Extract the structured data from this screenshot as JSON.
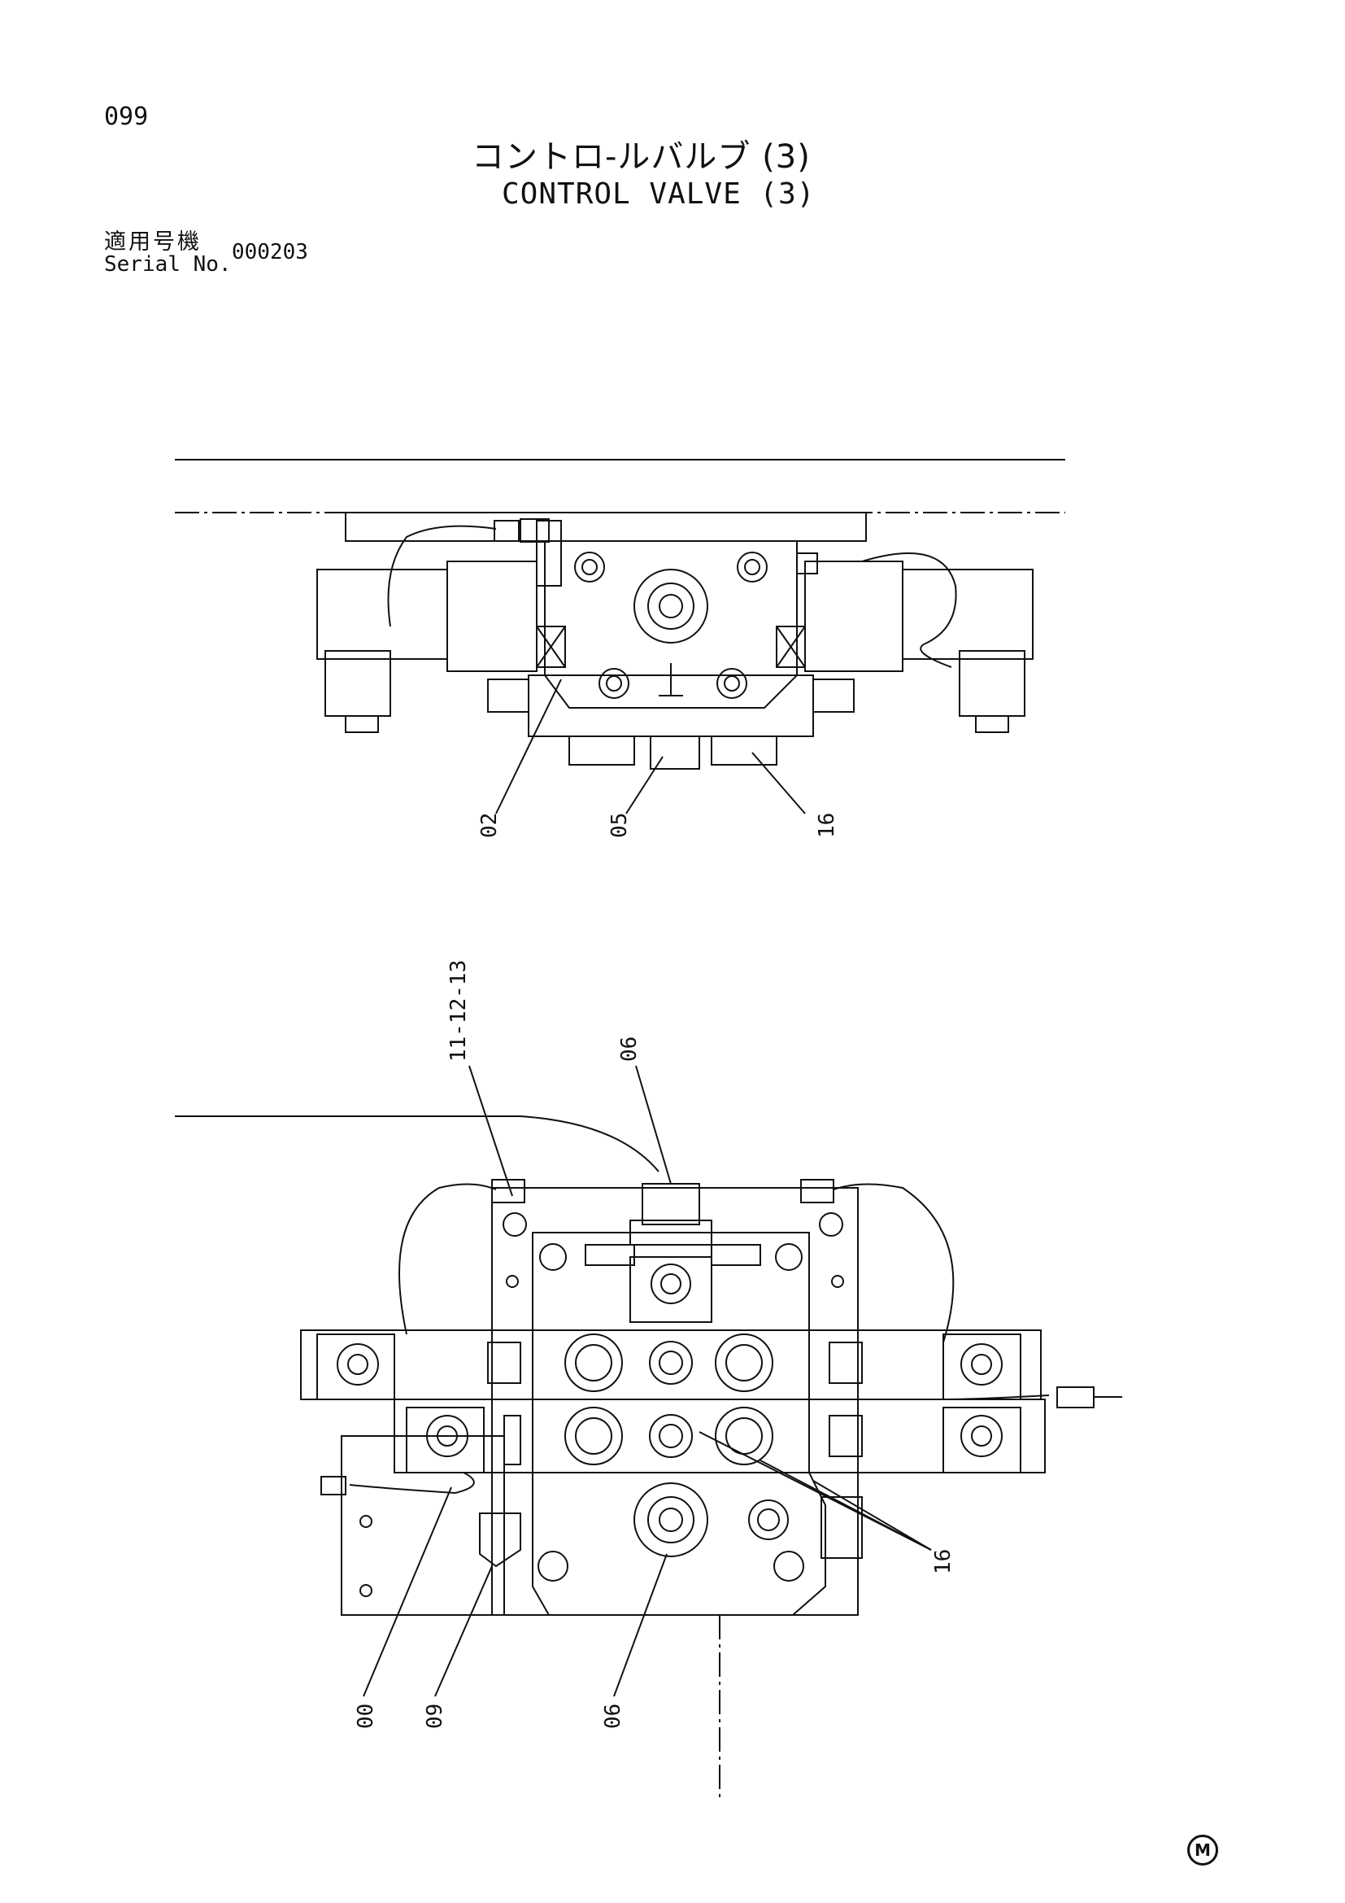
{
  "page_number": "099",
  "title_jp": "コントロ-ルバルブ (3)",
  "title_en": "CONTROL VALVE (3)",
  "serial": {
    "label_jp": "適用号機",
    "label_en": "Serial No.",
    "value": "000203"
  },
  "callouts_top": [
    "02",
    "05",
    "16"
  ],
  "callouts_bottom": [
    "11-12-13",
    "06",
    "16",
    "00",
    "09",
    "06"
  ],
  "manufacturer_mark": "M"
}
